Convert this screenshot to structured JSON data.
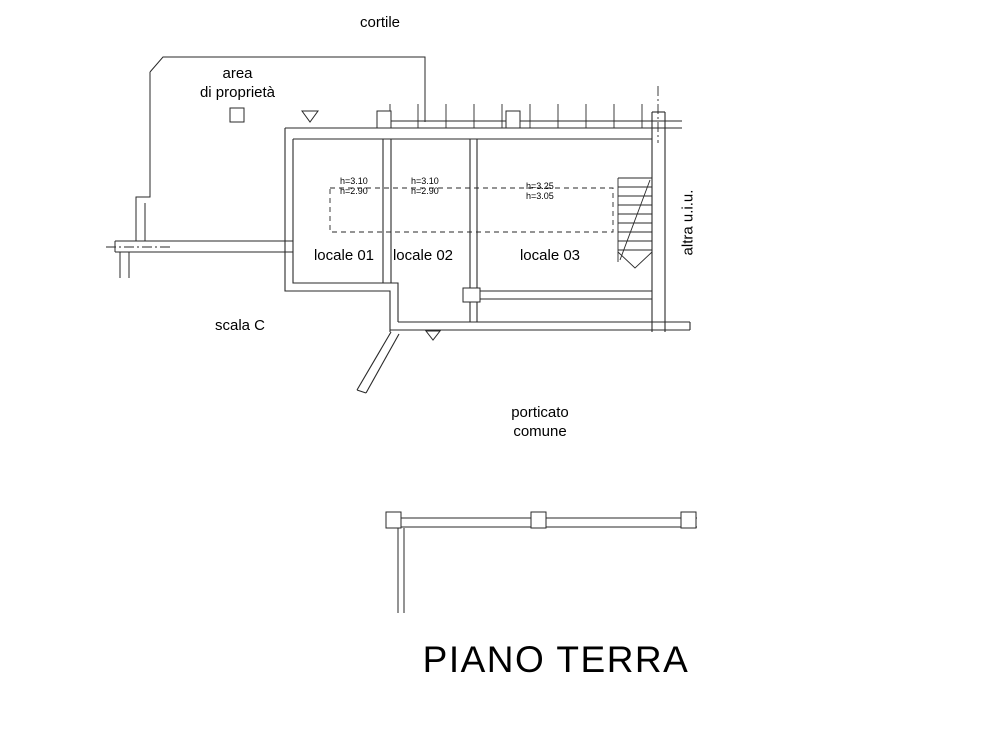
{
  "title": {
    "text": "PIANO TERRA"
  },
  "plan": {
    "courtyard_label": "cortile",
    "property_area": {
      "line1": "area",
      "line2": "di proprietà"
    },
    "rooms": {
      "room1": {
        "name": "locale 01",
        "h1": "h=3.10",
        "h2": "h=2.90"
      },
      "room2": {
        "name": "locale 02",
        "h1": "h=3.10",
        "h2": "h=2.90"
      },
      "room3": {
        "name": "locale 03",
        "h1": "h=3.25",
        "h2": "h=3.05"
      }
    },
    "stairs_label": "scala C",
    "portico": {
      "line1": "porticato",
      "line2": "comune"
    },
    "other_unit_label": "altra u.i.u."
  }
}
